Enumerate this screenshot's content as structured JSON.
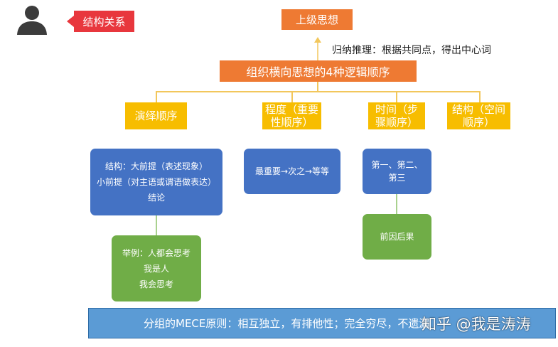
{
  "header": {
    "tag_label": "结构关系"
  },
  "top": {
    "top_box": "上级思想",
    "induction_note": "归纳推理：根据共同点，得出中心词",
    "main_title": "组织横向思想的4种逻辑顺序"
  },
  "categories": [
    "演绎顺序",
    "程度（重要性顺序）",
    "时间（步骤顺序）",
    "结构（空间顺序）"
  ],
  "deduction": {
    "lines": [
      "结构：大前提（表述现象）",
      "小前提（对主语或谓语做表达）",
      "结论"
    ],
    "example": [
      "举例：人都会思考",
      "我是人",
      "我会思考"
    ]
  },
  "degree": {
    "text": "最重要→次之→等等"
  },
  "time": {
    "steps": [
      "第一、第二、",
      "第三"
    ],
    "cause": "前因后果"
  },
  "footer": {
    "text": "分组的MECE原则：相互独立，有排他性；完全穷尽，不遗漏",
    "watermark": "知乎 @我是涛涛"
  },
  "colors": {
    "orange": "#ee7a33",
    "yellow": "#f7bd00",
    "blue": "#4472c4",
    "green": "#70ad47",
    "red_tag": "#e8373d",
    "avatar": "#3c3c3c"
  }
}
